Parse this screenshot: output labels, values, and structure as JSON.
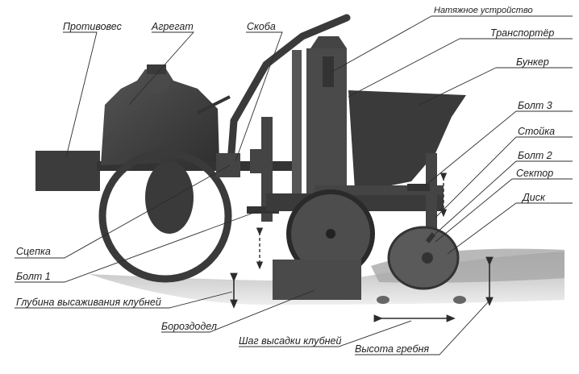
{
  "diagram": {
    "labels": {
      "counterweight": "Противовес",
      "unit": "Агрегат",
      "bracket": "Скоба",
      "tensioner": "Натяжное устройство",
      "conveyor": "Транспортёр",
      "hopper": "Бункер",
      "bolt3": "Болт 3",
      "stand": "Стойка",
      "bolt2": "Болт 2",
      "sector": "Сектор",
      "disk": "Диск",
      "hitch": "Сцепка",
      "bolt1": "Болт 1",
      "planting_depth": "Глубина высаживания клубней",
      "furrower": "Бороздодел",
      "planting_step": "Шаг высадки клубней",
      "ridge_height": "Высота гребня"
    },
    "colors": {
      "machine": "#3f3f3f",
      "machine_dark": "#2a2a2a",
      "ground": "#b4b4b4",
      "leader": "#2c2c2c",
      "text": "#1e1e1e"
    }
  }
}
